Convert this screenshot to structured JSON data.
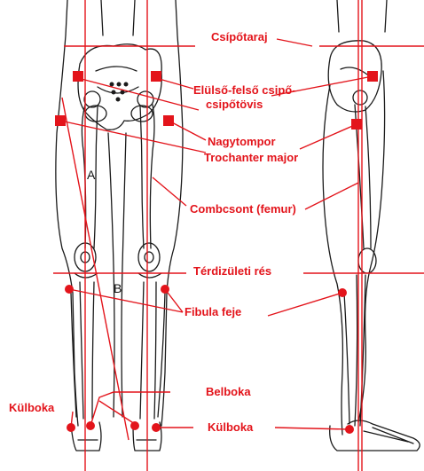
{
  "colors": {
    "accent": "#e3141b",
    "ink": "#1a1a1a",
    "background": "#ffffff"
  },
  "labels": {
    "iliac_crest": "Csípőtaraj",
    "asis_line1": "Elülső-felső csipő-",
    "asis_line2": "csipőtövis",
    "gt_line1": "Nagytompor",
    "gt_line2": "Trochanter major",
    "femur": "Combcsont (femur)",
    "knee_joint": "Térdizületi rés",
    "fibula_head": "Fibula feje",
    "medial_malleolus": "Belboka",
    "lateral_malleolus_right": "Külboka",
    "lateral_malleolus_left": "Külboka"
  },
  "letters": {
    "a": "A",
    "b": "B"
  }
}
